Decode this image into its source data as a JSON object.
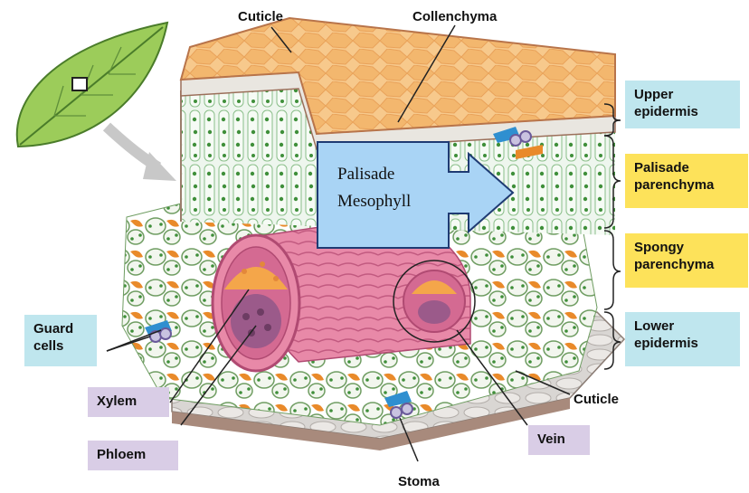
{
  "labels": {
    "cuticle_top": "Cuticle",
    "collenchyma": "Collenchyma",
    "upper_epidermis": "Upper epidermis",
    "palisade_parenchyma": "Palisade parenchyma",
    "spongy_parenchyma": "Spongy parenchyma",
    "lower_epidermis": "Lower epidermis",
    "guard_cells": "Guard cells",
    "xylem": "Xylem",
    "phloem": "Phloem",
    "cuticle_bottom": "Cuticle",
    "vein": "Vein",
    "stoma": "Stoma"
  },
  "callout": {
    "line1": "Palisade",
    "line2": "Mesophyll"
  },
  "colors": {
    "blue_box": "#bfe6ee",
    "yellow_box": "#fde25a",
    "purple_box": "#d9cde6",
    "callout_fill": "#a9d4f5"
  }
}
